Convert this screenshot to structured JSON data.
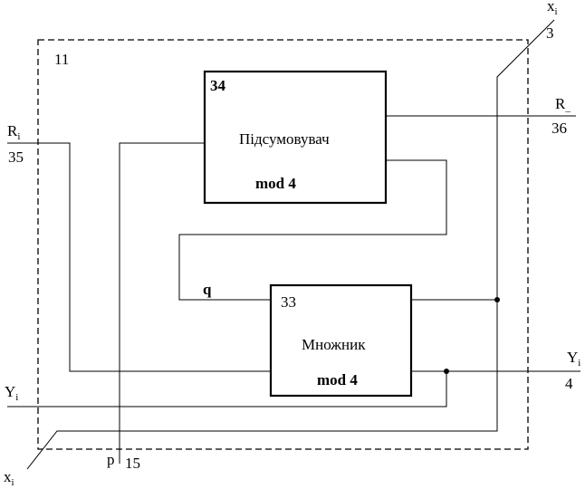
{
  "block": {
    "label": "11"
  },
  "summator": {
    "number": "34",
    "name": "Підсумовувач",
    "mod": "mod 4"
  },
  "multiplier": {
    "number": "33",
    "name": "Множник",
    "mod": "mod 4"
  },
  "signals": {
    "x_top": {
      "main": "x",
      "sub": "i",
      "number": "3"
    },
    "x_bottom": {
      "main": "x",
      "sub": "i"
    },
    "r_in": {
      "main": "R",
      "sub": "i",
      "number": "35"
    },
    "r_out": {
      "main": "R",
      "sub": "_",
      "number": "36"
    },
    "y_in": {
      "main": "Y",
      "sub": "i"
    },
    "y_out": {
      "main": "Y",
      "sub": "i",
      "number": "4"
    },
    "p": {
      "label": "p",
      "number": "15"
    },
    "q": {
      "label": "q"
    }
  }
}
